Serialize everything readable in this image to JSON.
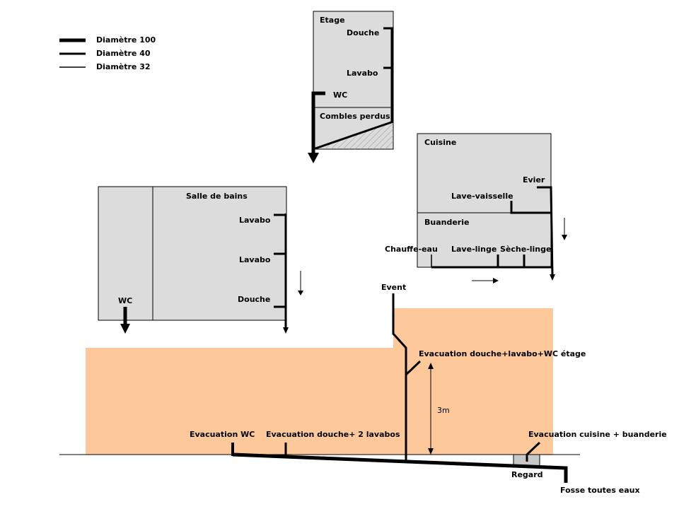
{
  "legend": {
    "items": [
      {
        "label": "Diamètre 100",
        "weight": "thick"
      },
      {
        "label": "Diamètre 40",
        "weight": "medium"
      },
      {
        "label": "Diamètre 32",
        "weight": "thin"
      }
    ]
  },
  "rooms": {
    "etage": {
      "title": "Etage",
      "fixtures": {
        "douche": "Douche",
        "lavabo": "Lavabo",
        "wc": "WC"
      },
      "attic": "Combles perdus"
    },
    "salle_de_bains": {
      "title": "Salle de bains",
      "fixtures": {
        "lavabo_1": "Lavabo",
        "lavabo_2": "Lavabo",
        "douche": "Douche",
        "wc": "WC"
      }
    },
    "cuisine": {
      "title": "Cuisine",
      "fixtures": {
        "evier": "Evier",
        "lave_vaisselle": "Lave-vaisselle"
      }
    },
    "buanderie": {
      "title": "Buanderie",
      "fixtures": {
        "chauffe_eau": "Chauffe-eau",
        "lave_linge": "Lave-linge",
        "seche_linge": "Sèche-linge"
      }
    }
  },
  "labels": {
    "event": "Event",
    "evac_etage": "Evacuation douche+lavabo+WC étage",
    "height": "3m",
    "evac_wc": "Evacuation WC",
    "evac_douche": "Evacuation douche+ 2 lavabos",
    "evac_cuisine": "Evacuation cuisine + buanderie",
    "regard": "Regard",
    "fosse": "Fosse toutes eaux"
  },
  "colors": {
    "room_fill": "#dcdcdc",
    "ground_fill": "#fdc99b",
    "pipe": "#000000",
    "regard_fill": "#c8c8c8"
  }
}
